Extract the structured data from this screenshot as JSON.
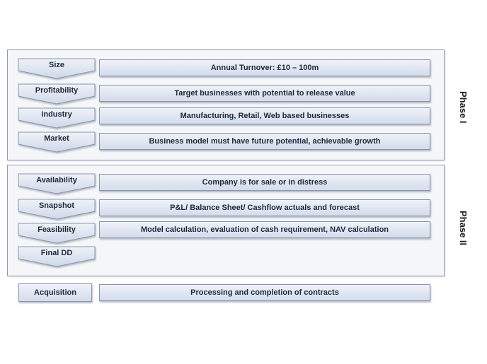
{
  "phases": [
    {
      "label": "Phase I",
      "steps": [
        {
          "name": "Size",
          "description": "Annual Turnover: £10 – 100m"
        },
        {
          "name": "Profitability",
          "description": "Target  businesses with potential to release value"
        },
        {
          "name": "Industry",
          "description": "Manufacturing, Retail, Web based businesses"
        },
        {
          "name": "Market",
          "description": "Business model must have future potential, achievable growth"
        }
      ]
    },
    {
      "label": "Phase II",
      "steps": [
        {
          "name": "Availability",
          "description": "Company is for sale or in distress"
        },
        {
          "name": "Snapshot",
          "description": "P&L/ Balance Sheet/ Cashflow actuals and forecast"
        },
        {
          "name": "Feasibility",
          "description": "Model calculation, evaluation of cash requirement, NAV calculation"
        },
        {
          "name": "Final DD",
          "description": ""
        }
      ]
    }
  ],
  "final_step": {
    "name": "Acquisition",
    "description": "Processing and completion of contracts"
  },
  "colors": {
    "fill_top": "#eef2f8",
    "fill_bottom": "#d4dceb",
    "border": "#8696b3",
    "panel": "#f5f6f8"
  }
}
